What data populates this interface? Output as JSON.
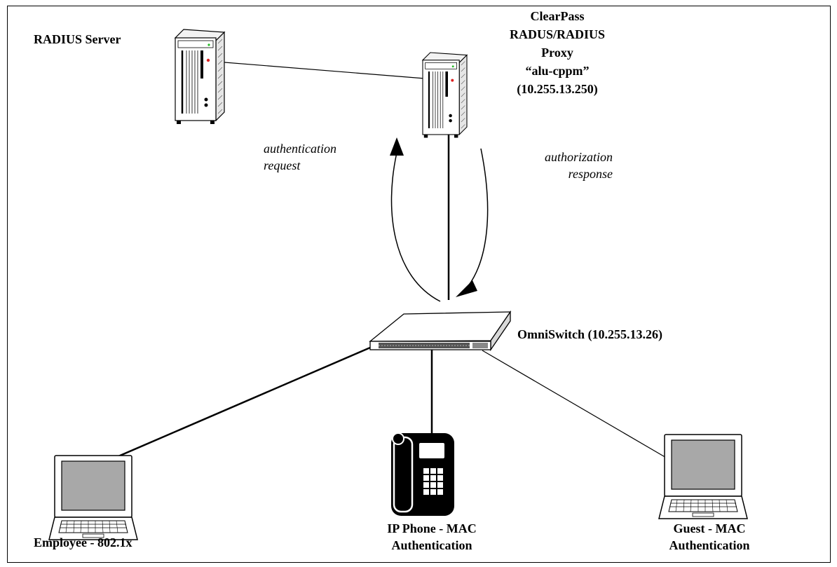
{
  "labels": {
    "radius_server": "RADIUS Server",
    "clearpass_lines": [
      "ClearPass",
      "RADUS/RADIUS",
      "Proxy",
      "“alu-cppm”",
      "(10.255.13.250)"
    ],
    "auth_request": [
      "authentication",
      "request"
    ],
    "auth_response": [
      "authorization",
      "response"
    ],
    "omniswitch": "OmniSwitch (10.255.13.26)",
    "employee": "Employee - 802.1x",
    "ip_phone": [
      "IP Phone - MAC",
      "Authentication"
    ],
    "guest": [
      "Guest - MAC",
      "Authentication"
    ]
  },
  "icons": {
    "radius_server": "server-tower-icon",
    "clearpass_server": "server-tower-icon",
    "switch": "network-switch-icon",
    "employee_laptop": "laptop-icon",
    "ip_phone": "desk-phone-icon",
    "guest_laptop": "laptop-icon"
  }
}
